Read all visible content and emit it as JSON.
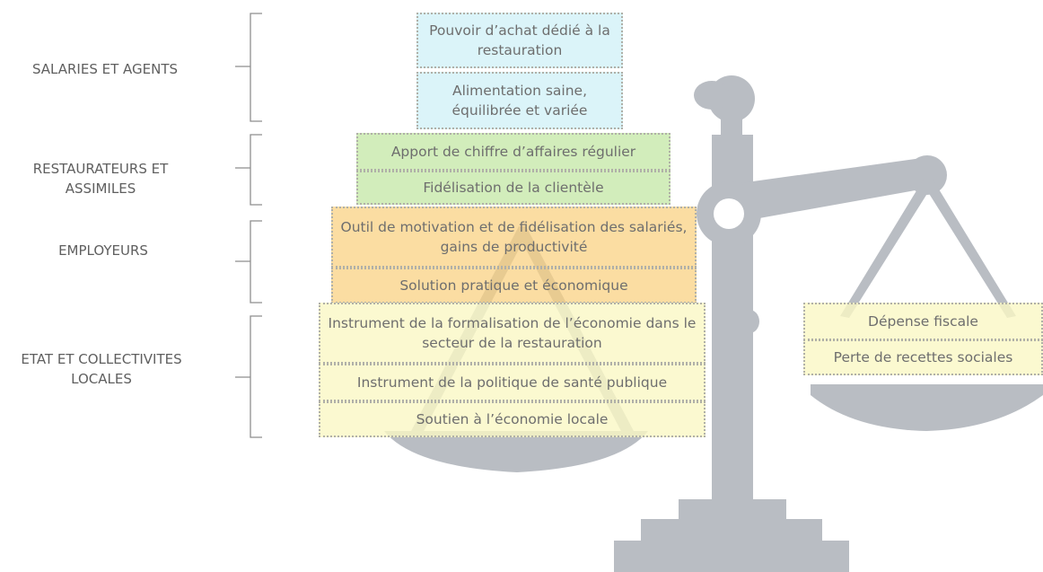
{
  "groups": [
    {
      "label": "SALARIES ET AGENTS"
    },
    {
      "label": "RESTAURATEURS ET ASSIMILES"
    },
    {
      "label": "EMPLOYEURS"
    },
    {
      "label": "ETAT ET COLLECTIVITES LOCALES"
    }
  ],
  "left_pan": [
    {
      "text": "Pouvoir d’achat dédié à la restauration",
      "color": "#d6f2f8"
    },
    {
      "text": "Alimentation saine, équilibrée et variée",
      "color": "#d6f2f8"
    },
    {
      "text": "Apport de chiffre d’affaires régulier",
      "color": "#cceab2"
    },
    {
      "text": "Fidélisation de la clientèle",
      "color": "#cceab2"
    },
    {
      "text": "Outil de motivation et de fidélisation des salariés, gains de productivité",
      "color": "#f9d88f"
    },
    {
      "text": "Solution pratique et économique",
      "color": "#f9d88f"
    },
    {
      "text": "Instrument de la formalisation de l’économie dans le secteur de la restauration",
      "color": "#faf8c4"
    },
    {
      "text": "Instrument de la politique de santé publique",
      "color": "#faf8c4"
    },
    {
      "text": "Soutien à l’économie locale",
      "color": "#faf8c4"
    }
  ],
  "right_pan": [
    {
      "text": "Dépense fiscale",
      "color": "#faf8c4"
    },
    {
      "text": "Perte de recettes sociales",
      "color": "#faf8c4"
    }
  ],
  "colors": {
    "scale": "#b9bdc3",
    "label_text": "#5f5f5f",
    "box_text": "#6e6e6e",
    "box_border": "#b0b0a8"
  }
}
